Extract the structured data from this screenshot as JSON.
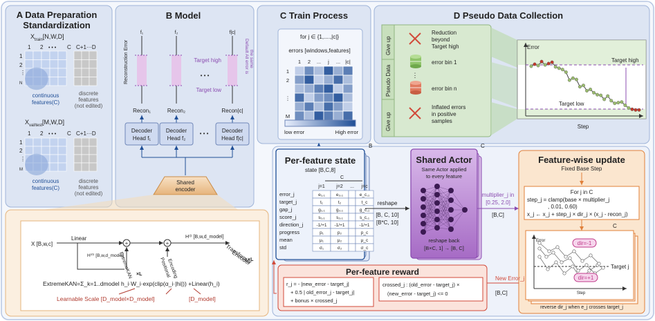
{
  "panelA": {
    "title": "A Data Preparation Standardization",
    "title1": "A Data Preparation",
    "title2": "Standardization",
    "train_label": "X_train[N,W,D]",
    "train_x": "X",
    "train_sub": "train",
    "train_dims": "[N,W,D]",
    "val_x": "X",
    "val_sub": "val/test",
    "val_dims": "[M,W,D]",
    "col_1": "1",
    "col_2": "2",
    "col_dots": "• • •",
    "col_C": "C",
    "col_C1D": "C+1···D",
    "row_1": "1",
    "row_2": "2",
    "row_dots": "⋮",
    "row_N": "N",
    "row_M": "M",
    "continuous": "continuous",
    "features_c": "features(C)",
    "discrete": "discrete",
    "features_d": "features",
    "not_edited": "(not edited)"
  },
  "panelB": {
    "title": "B Model",
    "f1": "f₁",
    "f2": "f₂",
    "fc": "f|c|",
    "recon_error": "Reconstruction Error",
    "target_high": "Target high",
    "target_low": "Target low",
    "default_note_1": "Default All error is",
    "default_note_2": "the same",
    "dots": "• • •",
    "recon1": "Recon₁",
    "recon2": "Recon₂",
    "reconc": "Recon|c|",
    "decoder": "Decoder",
    "head1": "Head f₁",
    "head2": "Head f₂",
    "headc": "Head f|c|",
    "shared": "Shared",
    "encoder": "encoder"
  },
  "encoderBox": {
    "x_in": "X [B,w,c]",
    "linear": "Linear",
    "h0": "H⁽⁰⁾ [B,w,d_model]",
    "extremekan": "ExtremeKAN",
    "xl1": "×L",
    "positional": "Positional",
    "encoding": "Encoding",
    "hl": "H⁽ˡ⁾ [B,w,d_model]",
    "transformer": "Transformer",
    "encoder_word": "Encoder",
    "xl2": "×L",
    "formula": "ExtremeKAN=Σ_k=1..dmodel h_i·W_i·exp(clip(α_i·|hi|)) +Linear(h_i)",
    "learnable": "Learnable Scale [D_model×D_model]",
    "dmodel": "[D_model]"
  },
  "panelC": {
    "title": "C Train Process",
    "loop": "for j ∈ {1,....,|c|}",
    "errors": "errors [windows,features]",
    "cols": [
      "1",
      "2",
      "...",
      "j",
      "...",
      "|c|"
    ],
    "rows": [
      "1",
      "2",
      "⋮",
      "M"
    ],
    "low": "low error",
    "high": "High error"
  },
  "panelD": {
    "title": "D Pseudo Data Collection",
    "give_up": "Give up",
    "pseudo": "Pseudo Data",
    "reduction_1": "Reduction",
    "reduction_2": "beyond",
    "reduction_3": "Target high",
    "bin1": "error bin 1",
    "binn": "error bin n",
    "dots": "⋮",
    "inflated_1": "Inflated errors",
    "inflated_2": "in positive",
    "inflated_3": "samples",
    "chart_error": "Error",
    "chart_target_high": "Target high",
    "chart_target_low": "Target low",
    "chart_step": "Step"
  },
  "state": {
    "title": "Per-feature state",
    "subtitle": "state [B,C,8]",
    "B": "B",
    "C": "C",
    "heads": [
      "j=1",
      "j=2",
      "...",
      "j=c"
    ],
    "rows": [
      {
        "name": "error_j",
        "vals": [
          "e₁,₁",
          "e₂,₁",
          "",
          "e_c,₁"
        ]
      },
      {
        "name": "target_j",
        "vals": [
          "t₁",
          "t₂",
          "",
          "t_c"
        ]
      },
      {
        "name": "gap_j",
        "vals": [
          "g₁,₁",
          "g₂,₁",
          "",
          "g_c,₁"
        ]
      },
      {
        "name": "score_j",
        "vals": [
          "s₁,₁",
          "s₂,₁",
          "",
          "s_c,₁"
        ]
      },
      {
        "name": "direction_j",
        "vals": [
          "-1/+1",
          "-1/+1",
          "",
          "-1/+1"
        ]
      },
      {
        "name": "progress",
        "vals": [
          "p₁",
          "p₂",
          "",
          "p_c"
        ]
      },
      {
        "name": "mean",
        "vals": [
          "μ₁",
          "μ₂",
          "",
          "μ_c"
        ]
      },
      {
        "name": "std",
        "vals": [
          "σ₁",
          "σ₂",
          "",
          "σ_c"
        ]
      }
    ]
  },
  "reshape": {
    "label": "reshape",
    "dims1": "[B, C, 10]",
    "dims2": "[B*C, 10]"
  },
  "actor": {
    "title": "Shared Actor",
    "sub1": "Same Actor applied",
    "sub2": "to every feature",
    "C": "C",
    "reshape_back": "reshape back",
    "dims": "[B×C, 1] → [B, C]",
    "dots": "• • •"
  },
  "multiplier": {
    "label": "multiplier_j in",
    "range": "[0.25, 2.0]",
    "dims": "[B,C]"
  },
  "update": {
    "title": "Feature-wise update",
    "fixed": "Fixed Base Step",
    "for": "For j in C",
    "step_1": "step_j = clamp(base × multiplier_j",
    "step_2": ", 0.01, 0.60)",
    "x_update": "x_j ← x_j + step_j × dir_j × (x_j - recon_j)",
    "C": "C",
    "chart_error": "Error",
    "dir_neg": "dir=-1",
    "dir_pos": "dir=+1",
    "target_j": "Target j",
    "step": "Step",
    "caption": "reverse dir_j when e_j crosses target_j"
  },
  "reward": {
    "title": "Per-feature reward",
    "formula_1": "r_j = - |new_error - target_j|",
    "formula_2": "+ 0.5 | old_error_j - target_j|",
    "formula_3": "+ bonus × crossed_j",
    "crossed_1": "crossed_j : (old_error - target_j) ×",
    "crossed_2": "(new_error - target_j) <= 0",
    "new_error": "New Error_j",
    "dims": "[B,C]"
  },
  "colors": {
    "panel_bg": "#dde5f3",
    "panel_border": "#9fb4d8",
    "blue_dark": "#1f4e96",
    "orange": "#e0803a",
    "purple": "#8b4cb0",
    "red": "#d14a3a",
    "green_bg": "#d8e9d0"
  },
  "chart_data": [
    {
      "type": "line",
      "title": "",
      "xlabel": "Step",
      "ylabel": "Error",
      "annotations": [
        "Target high",
        "Target low"
      ],
      "series": [
        {
          "values": [
            0.73,
            0.76,
            0.74,
            0.8,
            0.75,
            0.77,
            0.79,
            0.72,
            0.7,
            0.68,
            0.64,
            0.52,
            0.55,
            0.53,
            0.42,
            0.44,
            0.36,
            0.38,
            0.33,
            0.3,
            0.29,
            0.23,
            0.28,
            0.21,
            0.17,
            0.18,
            0.19,
            0.14,
            0.1,
            0.08,
            0.07,
            0.07
          ]
        }
      ]
    }
  ]
}
